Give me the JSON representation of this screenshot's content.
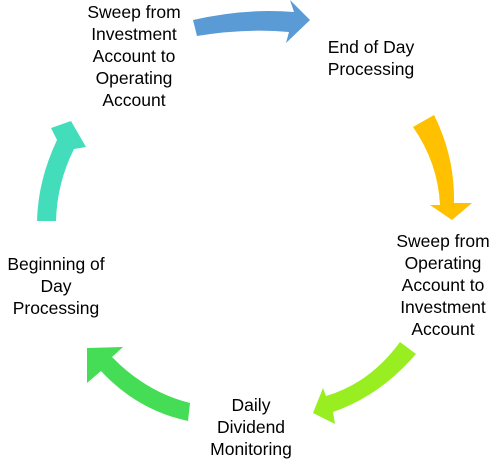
{
  "diagram": {
    "type": "cycle",
    "steps": [
      {
        "id": "sweep-inv-op",
        "lines": [
          "Sweep from",
          "Investment",
          "Account to",
          "Operating",
          "Account"
        ]
      },
      {
        "id": "eod",
        "lines": [
          "End of Day",
          "Processing"
        ]
      },
      {
        "id": "sweep-op-inv",
        "lines": [
          "Sweep from",
          "Operating",
          "Account to",
          "Investment",
          "Account"
        ]
      },
      {
        "id": "dividend",
        "lines": [
          "Daily",
          "Dividend",
          "Monitoring"
        ]
      },
      {
        "id": "bod",
        "lines": [
          "Beginning of",
          "Day",
          "Processing"
        ]
      }
    ],
    "arrows": [
      {
        "from": "sweep-inv-op",
        "to": "eod",
        "color": "#5B9BD5"
      },
      {
        "from": "eod",
        "to": "sweep-op-inv",
        "color": "#FFC000"
      },
      {
        "from": "sweep-op-inv",
        "to": "dividend",
        "color": "#99EE22"
      },
      {
        "from": "dividend",
        "to": "bod",
        "color": "#44DD55"
      },
      {
        "from": "bod",
        "to": "sweep-inv-op",
        "color": "#44DDBB"
      }
    ]
  }
}
